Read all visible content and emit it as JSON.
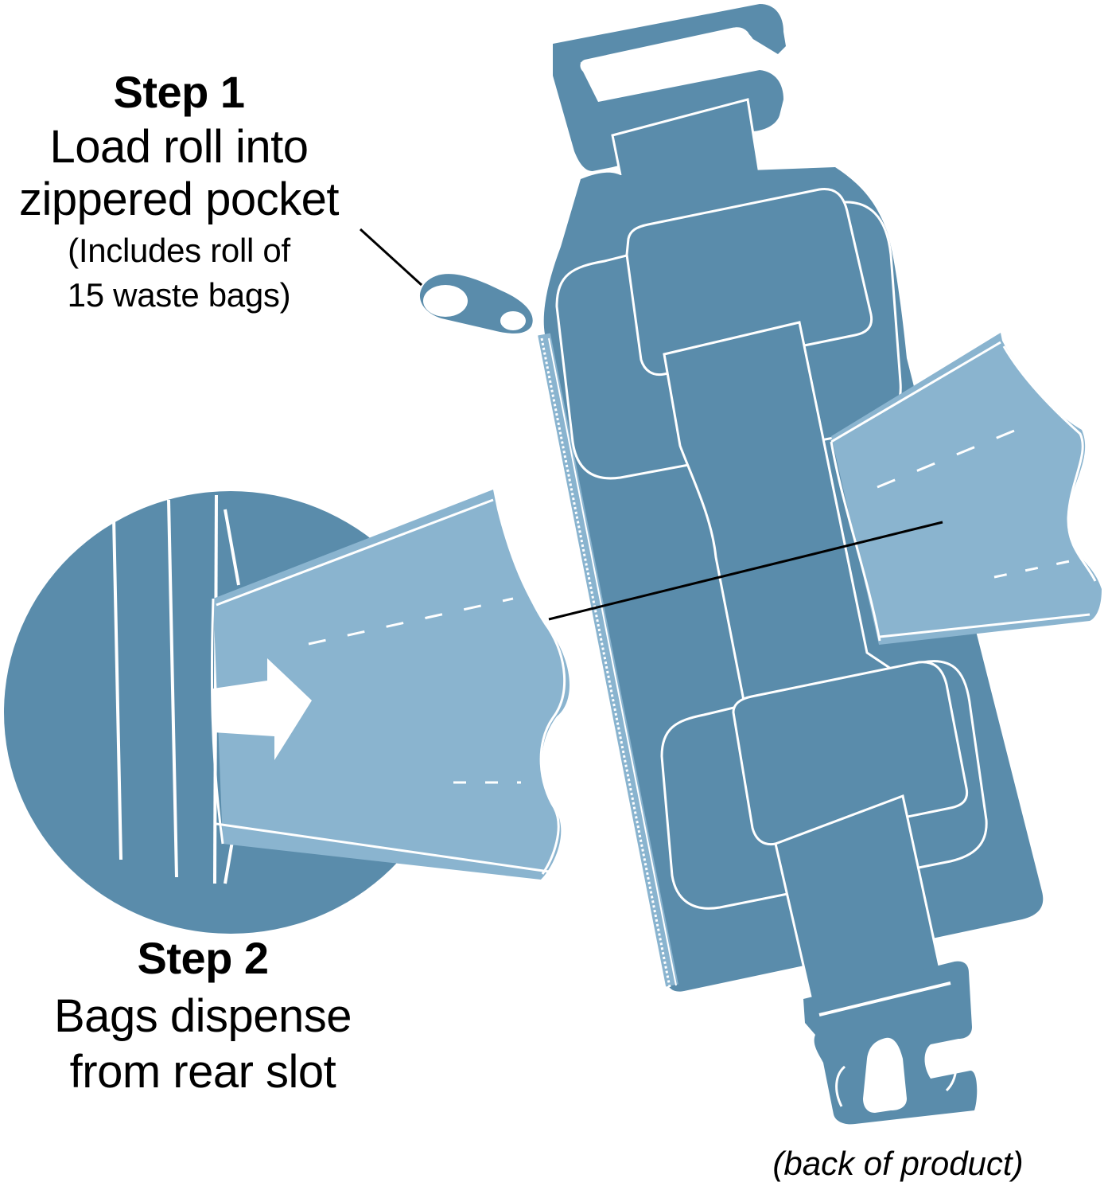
{
  "colors": {
    "product_dark": "#5a8cab",
    "bag_light": "#8ab4cf",
    "outline": "#ffffff",
    "leader_line": "#000000",
    "text": "#000000",
    "background": "#ffffff"
  },
  "step1": {
    "title": "Step 1",
    "lines": [
      "Load roll into",
      "zippered pocket"
    ],
    "note_lines": [
      "(Includes roll of",
      "15 waste bags)"
    ]
  },
  "step2": {
    "title": "Step 2",
    "lines": [
      "Bags dispense",
      "from rear slot"
    ]
  },
  "caption": "(back of product)",
  "icons": {
    "zipper_pull": "zipper-pull-icon",
    "arrow": "right-arrow-icon",
    "top_buckle": "top-clip-buckle-icon",
    "bottom_clip": "bottom-hook-clip-icon"
  }
}
